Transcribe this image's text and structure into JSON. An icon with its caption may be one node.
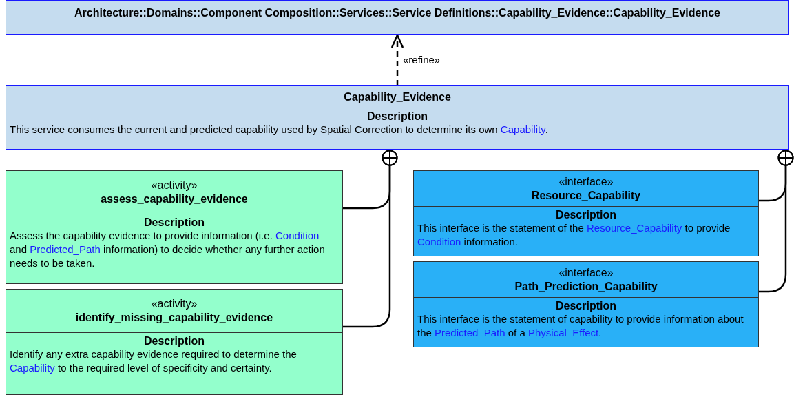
{
  "diagram": {
    "nodes": [
      {
        "text": [
          "Architecture::Domains::Component Composition::Services::Service Definitions::Capability_Evidence::Capability_Evidence"
        ]
      },
      {
        "text": [
          "Capability_Evidence",
          "Description",
          "This service consumes the current and predicted capability used by Spatial Correction to determine its own *Capability*."
        ]
      },
      {
        "text": [
          "«activity»",
          "assess_capability_evidence",
          "Description",
          "Assess the capability evidence to provide information (i.e. *Condition* and *Predicted_Path* information) to decide whether any further action needs to be taken."
        ]
      },
      {
        "text": [
          "«activity»",
          "identify_missing_capability_evidence",
          "Description",
          "Identify any extra capability evidence required to determine the *Capability* to the required level of specificity and certainty."
        ]
      },
      {
        "text": [
          "«interface»",
          "Resource_Capability",
          "Description",
          "This interface is the statement of the *Resource_Capability* to provide *Condition* information."
        ]
      },
      {
        "text": [
          "«interface»",
          "Path_Prediction_Capability",
          "Description",
          "This interface is the statement of capability to provide information about the *Predicted_Path* of a *Physical_Effect*."
        ]
      }
    ],
    "edges": [
      {
        "from": 1,
        "to": 0,
        "arrow": "to",
        "label": "«refine»",
        "style": "dashed"
      },
      {
        "from": 1,
        "to": 2,
        "arrow": "other"
      },
      {
        "from": 1,
        "to": 3,
        "arrow": "other"
      },
      {
        "from": 1,
        "to": 4,
        "arrow": "other"
      },
      {
        "from": 1,
        "to": 5,
        "arrow": "other"
      }
    ]
  }
}
